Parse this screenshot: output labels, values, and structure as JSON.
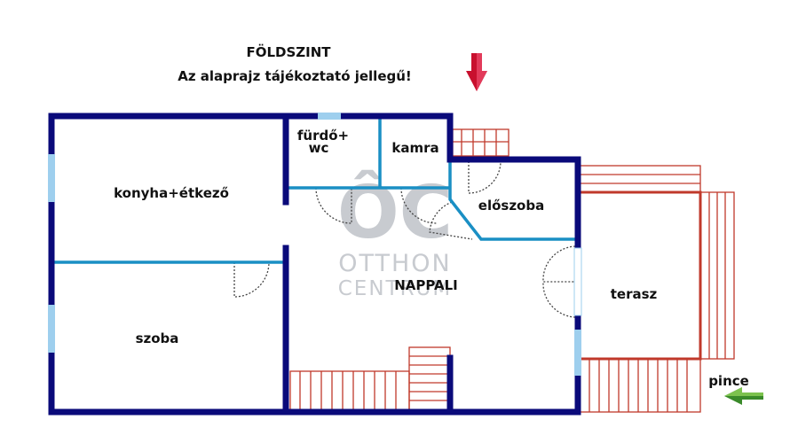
{
  "header": {
    "title": "FÖLDSZINT",
    "subtitle": "Az alaprajz tájékoztató jellegű!"
  },
  "rooms": {
    "konyha": "konyha+étkező",
    "furdo_line1": "fürdő+",
    "furdo_line2": "wc",
    "kamra": "kamra",
    "eloszoba": "előszoba",
    "nappali": "NAPPALI",
    "szoba": "szoba",
    "terasz": "terasz"
  },
  "labels": {
    "pince": "pince"
  },
  "watermark": {
    "logo_letters": "ÔC",
    "line1": "OTTHON",
    "line2": "CENTRUM"
  },
  "colors": {
    "wall": "#0a0a7a",
    "partition": "#1a8fc4",
    "stair": "#c0392b",
    "entrance_arrow": "#c8102e",
    "pince_arrow": "#3a8a2a",
    "watermark": "#c8cbd0"
  }
}
